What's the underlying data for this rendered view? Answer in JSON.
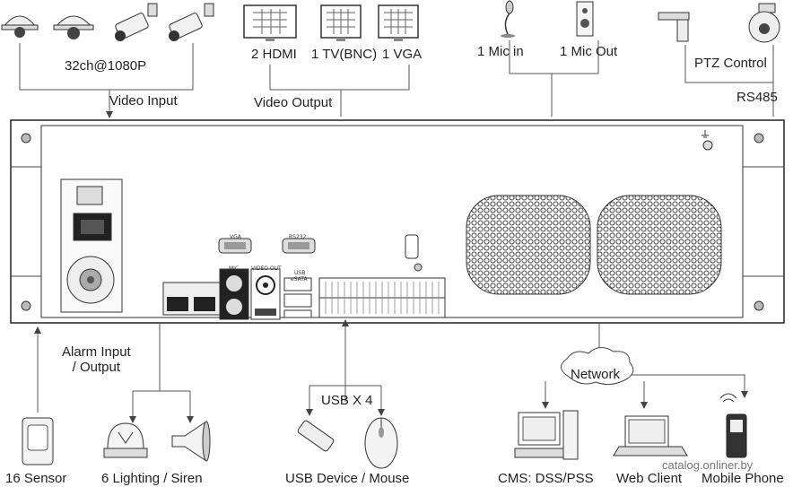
{
  "top": {
    "cameras_label": "32ch@1080P",
    "video_input": "Video Input",
    "hdmi": "2 HDMI",
    "tv": "1 TV(BNC)",
    "vga": "1 VGA",
    "video_output": "Video Output",
    "mic_in": "1 Mic in",
    "mic_out": "1 Mic Out",
    "ptz": "PTZ Control",
    "rs485": "RS485"
  },
  "panel": {
    "vga_port": "VGA",
    "rs232_port": "RS232",
    "mic_port": "MIC",
    "video_out_port": "VIDEO OUT",
    "usb_port": "USB",
    "esata_port": "eSATA"
  },
  "bottom": {
    "alarm": "Alarm Input\n/ Output",
    "usb_x4": "USB X 4",
    "network": "Network",
    "sensor": "16 Sensor",
    "lighting": "6 Lighting / Siren",
    "usb_device": "USB Device / Mouse",
    "cms": "CMS: DSS/PSS",
    "web": "Web Client",
    "mobile": "Mobile Phone"
  },
  "watermark": "catalog.onliner.by"
}
